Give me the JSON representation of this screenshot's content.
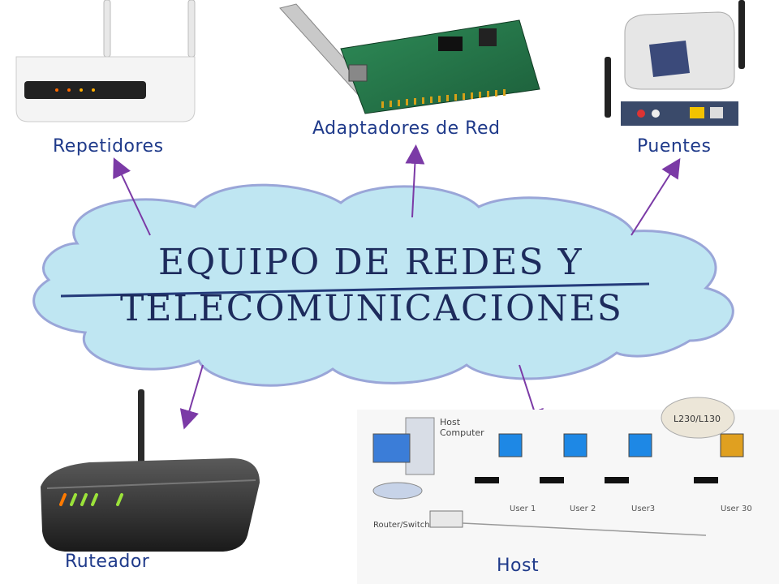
{
  "title": {
    "line1": "Equipo de Redes y",
    "line2": "Telecomunicaciones"
  },
  "nodes": {
    "repetidores": "Repetidores",
    "adaptadores": "Adaptadores de Red",
    "puentes": "Puentes",
    "ruteador": "Ruteador",
    "host": "Host"
  },
  "host_diagram": {
    "host_computer": "Host\nComputer",
    "router_switch": "Router/Switch",
    "users": [
      "User 1",
      "User 2",
      "User3",
      "User 30"
    ],
    "bubble": "L230/L130"
  },
  "colors": {
    "cloud_fill": "#bfe6f2",
    "cloud_stroke": "#9aa6d8",
    "arrow": "#7b3aa6",
    "label": "#1f3a8a",
    "title": "#1d2b5c"
  },
  "icons": {
    "repeater": "wifi-repeater-icon",
    "nic": "network-card-icon",
    "bridge": "wireless-bridge-icon",
    "router": "router-icon",
    "host": "host-network-icon"
  }
}
